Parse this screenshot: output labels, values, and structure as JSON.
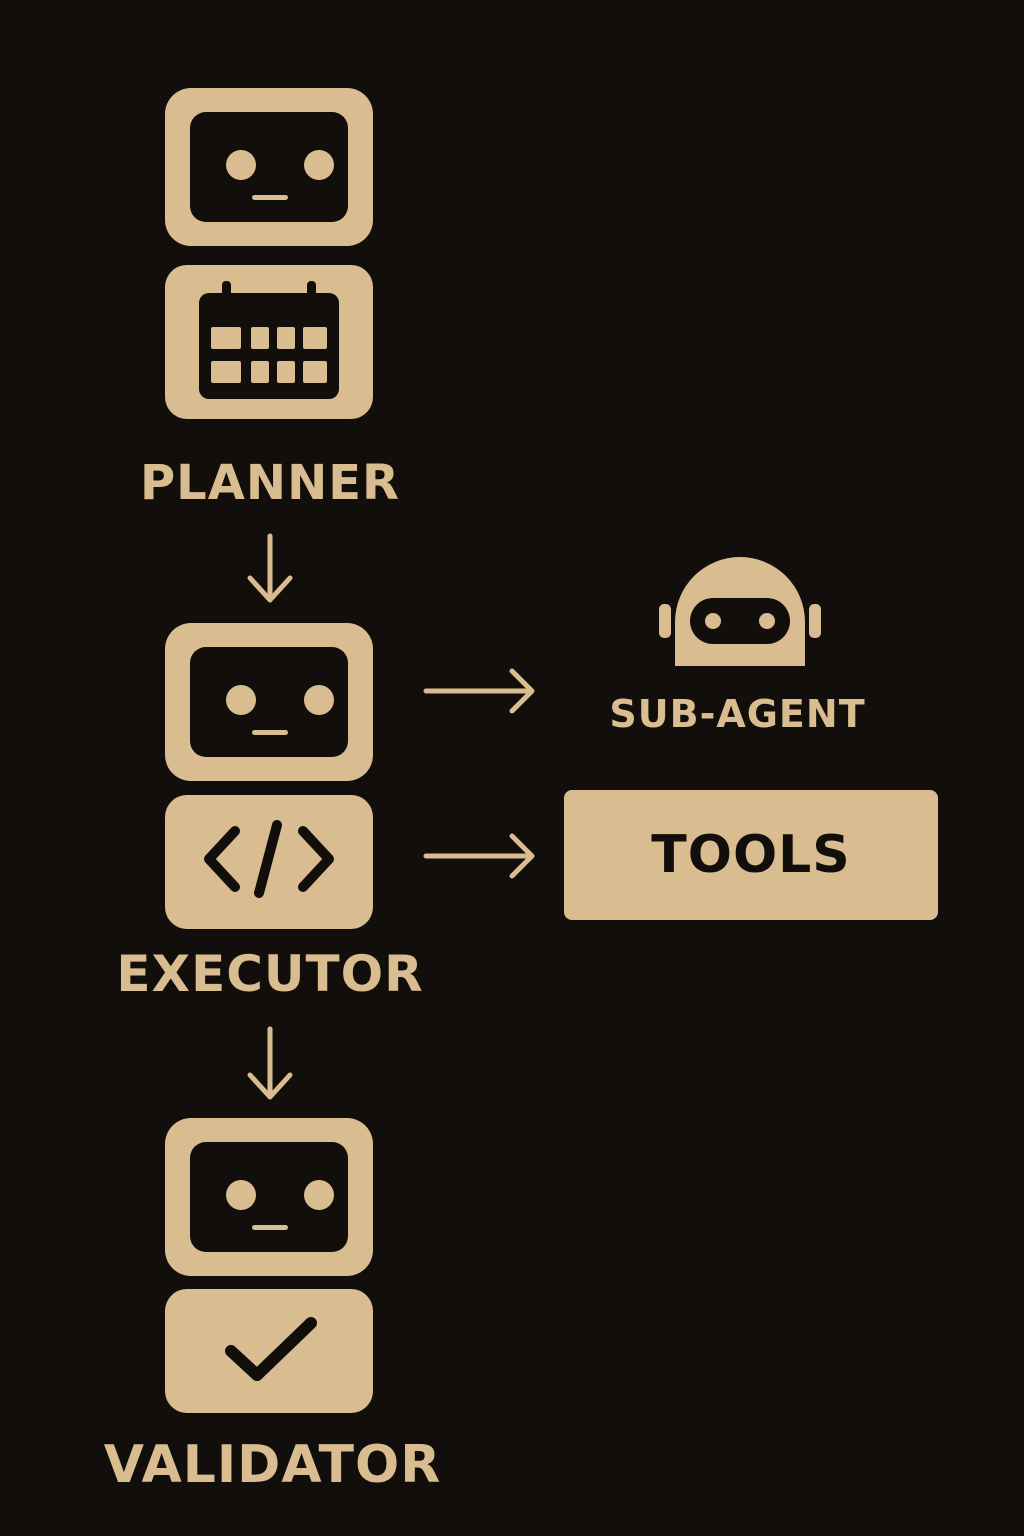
{
  "nodes": {
    "planner": {
      "label": "PLANNER",
      "icon": "calendar-icon"
    },
    "executor": {
      "label": "EXECUTOR",
      "icon": "code-icon"
    },
    "validator": {
      "label": "VALIDATOR",
      "icon": "checkmark-icon"
    },
    "sub_agent": {
      "label": "SUB-AGENT",
      "icon": "robot-helmet-icon"
    },
    "tools": {
      "label": "TOOLS"
    }
  },
  "colors": {
    "background": "#110e0b",
    "accent": "#d9bd91"
  }
}
